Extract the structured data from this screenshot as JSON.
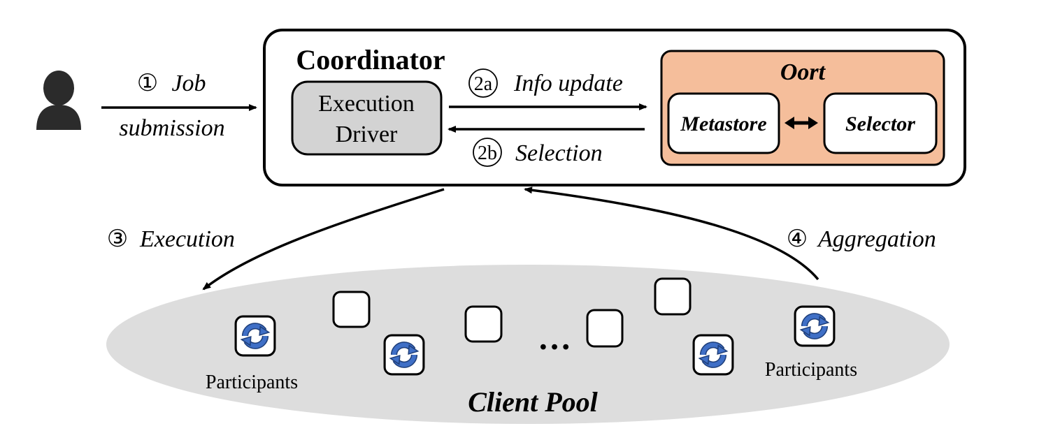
{
  "user": {
    "icon": "user-icon"
  },
  "steps": {
    "job": {
      "marker": "①",
      "line1": "Job",
      "line2": "submission"
    },
    "info_update": {
      "marker": "2a",
      "label": "Info update"
    },
    "selection": {
      "marker": "2b",
      "label": "Selection"
    },
    "execution": {
      "marker": "③",
      "label": "Execution"
    },
    "aggregation": {
      "marker": "④",
      "label": "Aggregation"
    }
  },
  "coordinator": {
    "title": "Coordinator",
    "execution_driver": {
      "line1": "Execution",
      "line2": "Driver"
    }
  },
  "oort": {
    "title": "Oort",
    "metastore": "Metastore",
    "selector": "Selector",
    "link_icon": "double-arrow-icon",
    "fill_color": "#F5BE9B"
  },
  "client_pool": {
    "label": "Client Pool",
    "participants_left": "Participants",
    "participants_right": "Participants",
    "ellipsis": "…",
    "participant_icon": "sync-icon",
    "participant_icon_color": "#3F6FC6",
    "pool_color": "#DDDDDD"
  }
}
